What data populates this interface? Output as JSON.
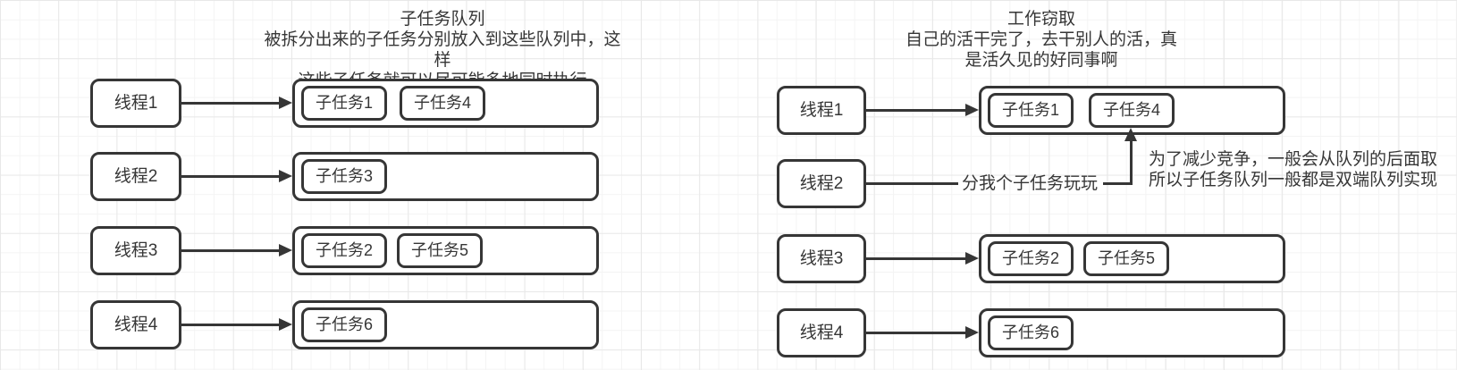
{
  "left_panel": {
    "title": "子任务队列",
    "subtitle1": "被拆分出来的子任务分别放入到这些队列中，这样",
    "subtitle2": "这些子任务就可以尽可能多地同时执行",
    "rows": [
      {
        "thread": "线程1",
        "tasks": [
          "子任务1",
          "子任务4"
        ]
      },
      {
        "thread": "线程2",
        "tasks": [
          "子任务3"
        ]
      },
      {
        "thread": "线程3",
        "tasks": [
          "子任务2",
          "子任务5"
        ]
      },
      {
        "thread": "线程4",
        "tasks": [
          "子任务6"
        ]
      }
    ]
  },
  "right_panel": {
    "title": "工作窃取",
    "subtitle1": "自己的活干完了，去干别人的活，真",
    "subtitle2": "是活久见的好同事啊",
    "steal_label": "分我个子任务玩玩",
    "note1": "为了减少竞争，一般会从队列的后面取",
    "note2": "所以子任务队列一般都是双端队列实现",
    "rows": [
      {
        "thread": "线程1",
        "tasks": [
          "子任务1",
          "子任务4"
        ]
      },
      {
        "thread": "线程2",
        "tasks": []
      },
      {
        "thread": "线程3",
        "tasks": [
          "子任务2",
          "子任务5"
        ]
      },
      {
        "thread": "线程4",
        "tasks": [
          "子任务6"
        ]
      }
    ]
  },
  "colors": {
    "stroke": "#363636",
    "text": "#363636",
    "background": "#ffffff",
    "grid_major": "#e8e8e8",
    "grid_minor": "#f4f4f4"
  }
}
